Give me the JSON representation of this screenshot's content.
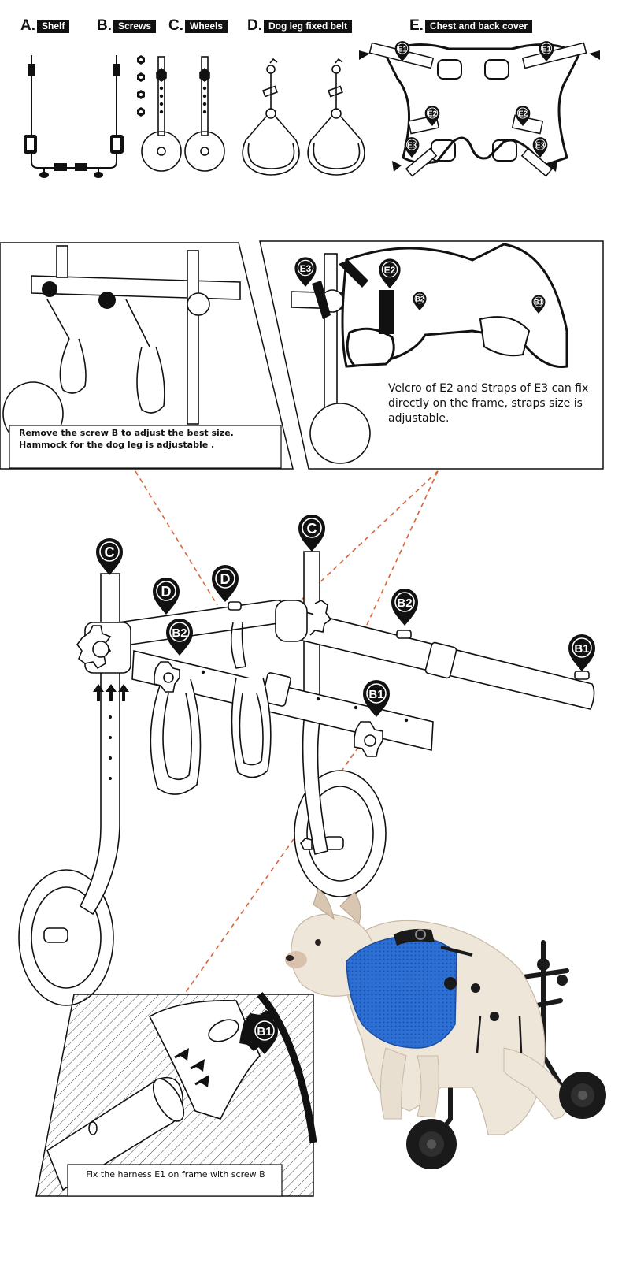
{
  "parts": [
    {
      "letter": "A.",
      "name": "Shelf"
    },
    {
      "letter": "B.",
      "name": "Screws"
    },
    {
      "letter": "C.",
      "name": "Wheels"
    },
    {
      "letter": "D.",
      "name": "Dog leg fixed belt"
    },
    {
      "letter": "E.",
      "name": "Chest and back cover"
    }
  ],
  "markers": {
    "c": "C",
    "d": "D",
    "b1": "B1",
    "b2": "B2",
    "e1": "E1",
    "e2": "E2",
    "e3": "E3"
  },
  "notes": {
    "screw_adjust": "Remove the screw B to adjust the best size. Hammock for the dog leg is adjustable .",
    "velcro": "Velcro of E2 and Straps of E3 can fix directly on the frame, straps size is adjustable.",
    "fix_harness": "Fix the harness E1 on frame with screw B"
  },
  "colors": {
    "line": "#111111",
    "leader": "#d9643a",
    "harness": "#2c6fd6",
    "dog_fur": "#efe6da",
    "background": "#ffffff"
  }
}
